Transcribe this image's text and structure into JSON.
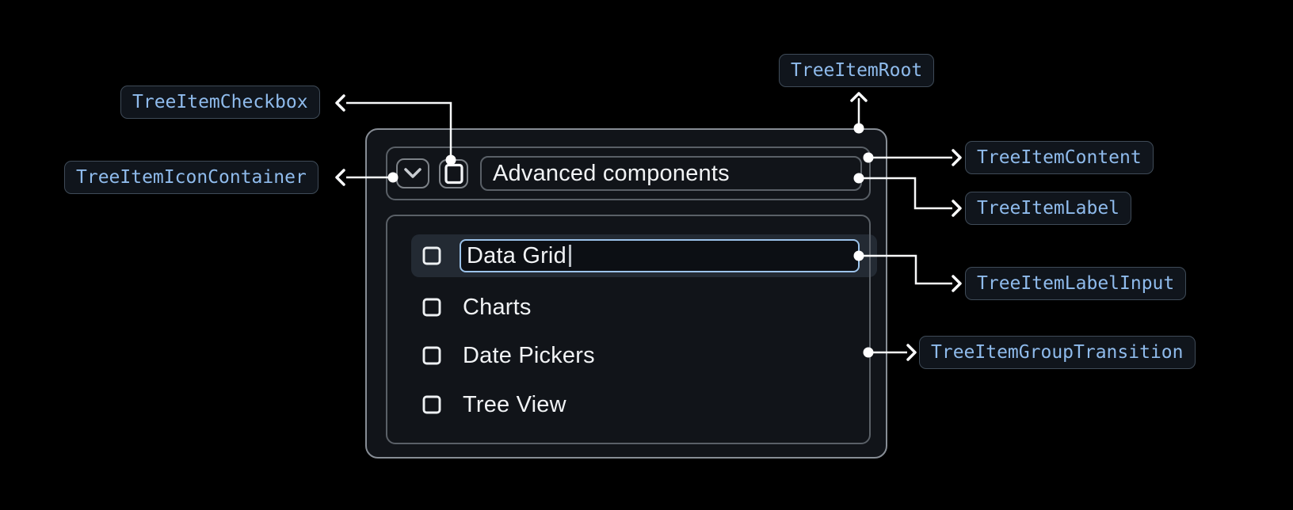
{
  "badges": {
    "checkbox": {
      "label": "TreeItemCheckbox"
    },
    "icon_container": {
      "label": "TreeItemIconContainer"
    },
    "root": {
      "label": "TreeItemRoot"
    },
    "content": {
      "label": "TreeItemContent"
    },
    "label": {
      "label": "TreeItemLabel"
    },
    "label_input": {
      "label": "TreeItemLabelInput"
    },
    "group_transition": {
      "label": "TreeItemGroupTransition"
    }
  },
  "tree": {
    "parent_item": {
      "label": "Advanced components",
      "expanded": true,
      "checkbox_checked": false
    },
    "children": [
      {
        "label": "Data Grid",
        "editing": true,
        "input_value": "Data Grid",
        "checkbox_checked": false
      },
      {
        "label": "Charts",
        "checkbox_checked": false
      },
      {
        "label": "Date Pickers",
        "checkbox_checked": false
      },
      {
        "label": "Tree View",
        "checkbox_checked": false
      }
    ]
  },
  "colors": {
    "badge_text": "#8fbbec",
    "badge_bg": "#10151c",
    "badge_border": "#3f4b58",
    "line": "#f8f9fa",
    "input_border": "#9cc3ea",
    "row_highlight": "#232a33",
    "box_bg": "#111419",
    "border_inner": "#5a6067",
    "border_outer": "#878d95",
    "icon_border": "#7d8288",
    "text": "#f1f3f5",
    "input_bg": "#0c0f14"
  }
}
